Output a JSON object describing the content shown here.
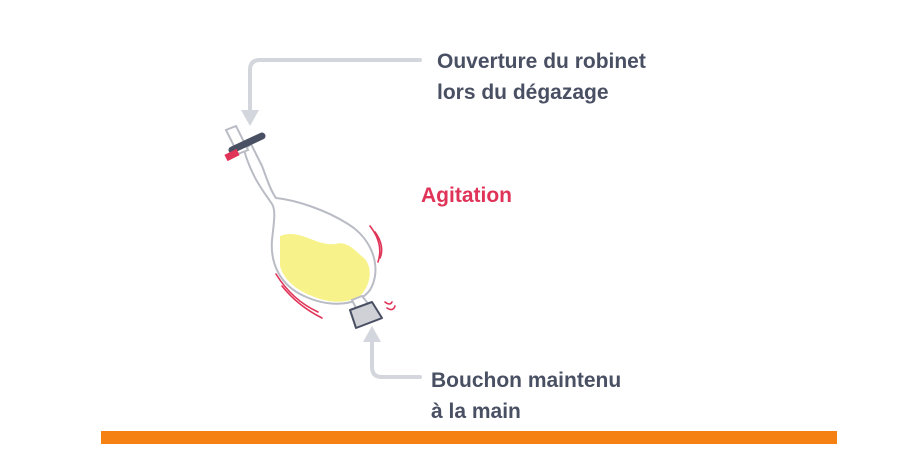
{
  "labels": {
    "tap_opening": [
      "Ouverture du robinet",
      "lors du dégazage"
    ],
    "agitation": "Agitation",
    "stopper_held": [
      "Bouchon maintenu",
      "à la main"
    ]
  },
  "colors": {
    "text": "#4a5063",
    "accent": "#e03358",
    "liquid": "#f8f28a",
    "glass_outline": "#b9bcc5",
    "arrow": "#d3d6dc",
    "stopper": "#cfd1d6",
    "tap_handle": "#4a5063",
    "floor": "#f58113"
  },
  "icons": [
    "separatory-funnel-icon",
    "arrow-down-icon",
    "arrow-up-icon",
    "shake-motion-icon"
  ]
}
